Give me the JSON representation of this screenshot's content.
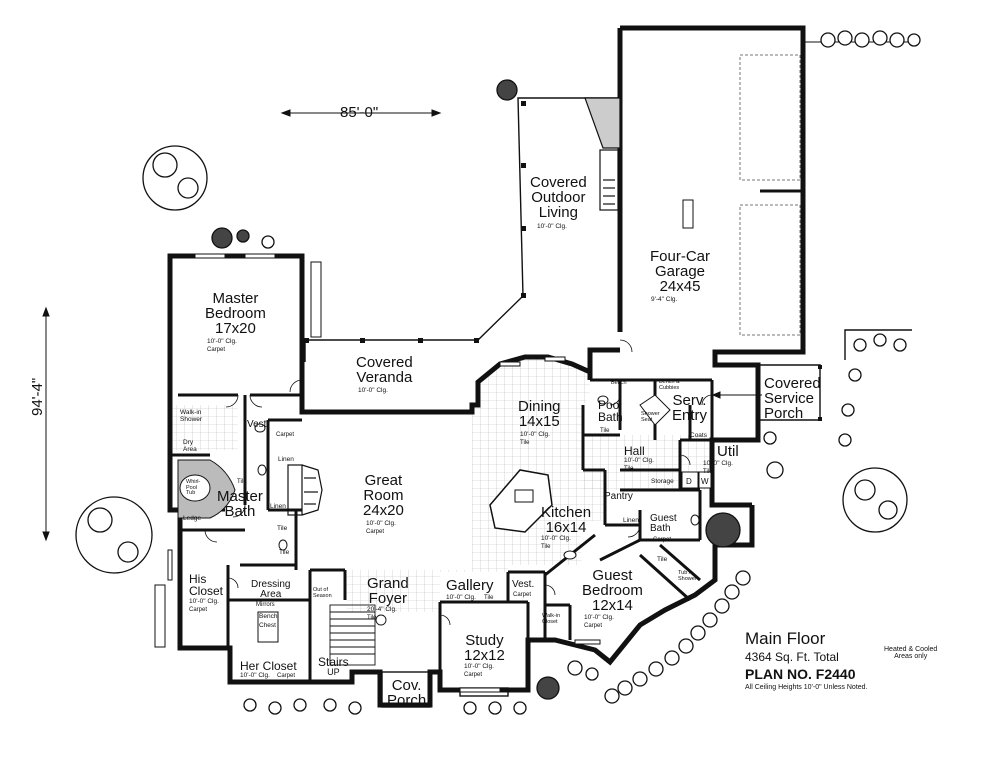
{
  "overall": {
    "width_label": "85'-0\"",
    "depth_label": "94'-4\""
  },
  "rooms": {
    "covered_outdoor_living": {
      "name_1": "Covered",
      "name_2": "Outdoor",
      "name_3": "Living",
      "ceiling": "10'-0\" Clg."
    },
    "garage": {
      "name_1": "Four-Car",
      "name_2": "Garage",
      "size": "24x45",
      "ceiling": "9'-4\" Clg."
    },
    "master_bedroom": {
      "name_1": "Master",
      "name_2": "Bedroom",
      "size": "17x20",
      "ceiling": "10'-0\" Clg.",
      "finish": "Carpet"
    },
    "covered_veranda": {
      "name_1": "Covered",
      "name_2": "Veranda",
      "ceiling": "10'-0\" Clg."
    },
    "dining": {
      "name": "Dining",
      "size": "14x15",
      "ceiling": "10'-0\" Clg.",
      "finish": "Tile"
    },
    "pool_bath": {
      "name_1": "Pool",
      "name_2": "Bath",
      "finish": "Tile"
    },
    "serv_entry": {
      "name_1": "Serv.",
      "name_2": "Entry"
    },
    "covered_service_porch": {
      "name_1": "Covered",
      "name_2": "Service",
      "name_3": "Porch"
    },
    "great_room": {
      "name_1": "Great",
      "name_2": "Room",
      "size": "24x20",
      "ceiling": "10'-0\" Clg.",
      "finish": "Carpet"
    },
    "hall": {
      "name": "Hall",
      "ceiling": "10'-0\" Clg.",
      "finish": "Tile"
    },
    "util": {
      "name": "Util",
      "ceiling": "10'-0\" Clg.",
      "finish": "Tile"
    },
    "kitchen": {
      "name": "Kitchen",
      "size": "16x14",
      "ceiling": "10'-0\" Clg.",
      "finish": "Tile"
    },
    "pantry": {
      "name": "Pantry"
    },
    "storage": {
      "name": "Storage"
    },
    "guest_bath": {
      "name_1": "Guest",
      "name_2": "Bath",
      "finish": "Carpet"
    },
    "master_bath": {
      "name_1": "Master",
      "name_2": "Bath",
      "finish": "Tile"
    },
    "vest_master": {
      "name": "Vest.",
      "finish": "Carpet"
    },
    "his_closet": {
      "name_1": "His",
      "name_2": "Closet",
      "ceiling": "10'-0\" Clg.",
      "finish": "Carpet"
    },
    "dressing_area": {
      "name_1": "Dressing",
      "name_2": "Area",
      "note": "Mirrors"
    },
    "her_closet": {
      "name": "Her Closet",
      "ceiling": "10'-0\" Clg.",
      "finish": "Carpet"
    },
    "grand_foyer": {
      "name_1": "Grand",
      "name_2": "Foyer",
      "ceiling": "20'-4\" Clg.",
      "finish": "Tile"
    },
    "gallery": {
      "name": "Gallery",
      "ceiling": "10'-0\" Clg.",
      "finish": "Tile"
    },
    "vest_front": {
      "name": "Vest.",
      "finish": "Carpet"
    },
    "guest_bedroom": {
      "name_1": "Guest",
      "name_2": "Bedroom",
      "size": "12x14",
      "ceiling": "10'-0\" Clg.",
      "finish": "Carpet"
    },
    "study": {
      "name": "Study",
      "size": "12x12",
      "ceiling": "10'-0\" Clg.",
      "finish": "Carpet"
    },
    "stairs": {
      "name_1": "Stairs",
      "name_2": "UP"
    },
    "cov_porch": {
      "name_1": "Cov.",
      "name_2": "Porch"
    }
  },
  "fixture_labels": {
    "walk_in_shower": "Walk-in Shower",
    "dry_area": "Dry Area",
    "whirlpool": "Whirl-Pool Tub",
    "ledge": "Ledge",
    "linen_1": "Linen",
    "linen_2": "Linen",
    "linen_3": "Linen",
    "tile_mb": "Tile",
    "tile_wc": "Tile",
    "bench_1": "Bench",
    "chest": "Chest",
    "out_of_season": "Out of Season",
    "walk_in_closet": "Walk-in Closet",
    "tub_shower": "Tub / Shower",
    "tile_gb": "Tile",
    "bench_cubbies": "Bench & Cubbies",
    "shower_seat": "Shower Seat",
    "coats": "Coats",
    "bench_2": "Bench",
    "washer": "W",
    "dryer": "D"
  },
  "title_block": {
    "title": "Main Floor",
    "sqft": "4364 Sq. Ft. Total",
    "sqft_note_1": "Heated & Cooled",
    "sqft_note_2": "Areas only",
    "plan_no": "PLAN NO. F2440",
    "ceiling_note": "All Ceiling Heights 10'-0\" Unless Noted."
  }
}
